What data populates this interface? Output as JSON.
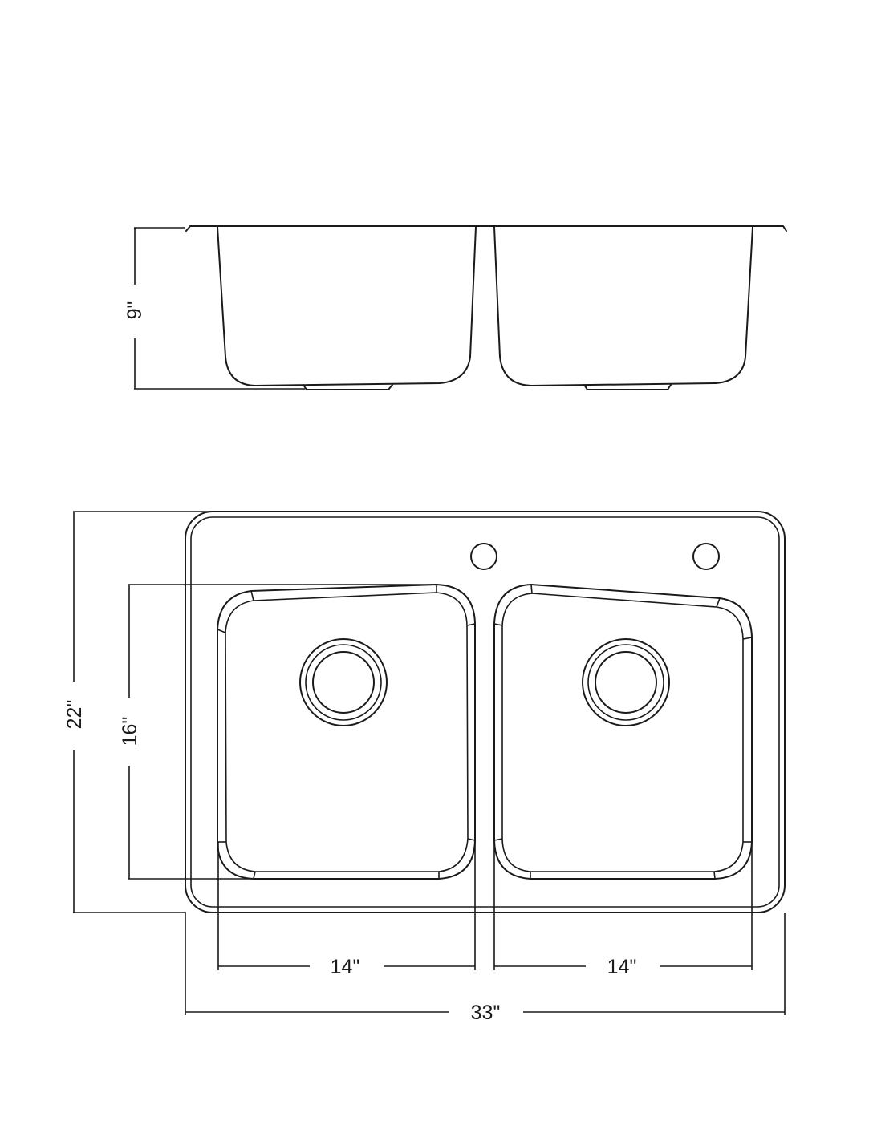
{
  "drawing": {
    "side_view": {
      "depth_label": "9\""
    },
    "top_view": {
      "overall_depth_label": "22\"",
      "bowl_depth_label": "16\"",
      "left_bowl_width_label": "14\"",
      "right_bowl_width_label": "14\"",
      "overall_width_label": "33\""
    }
  }
}
